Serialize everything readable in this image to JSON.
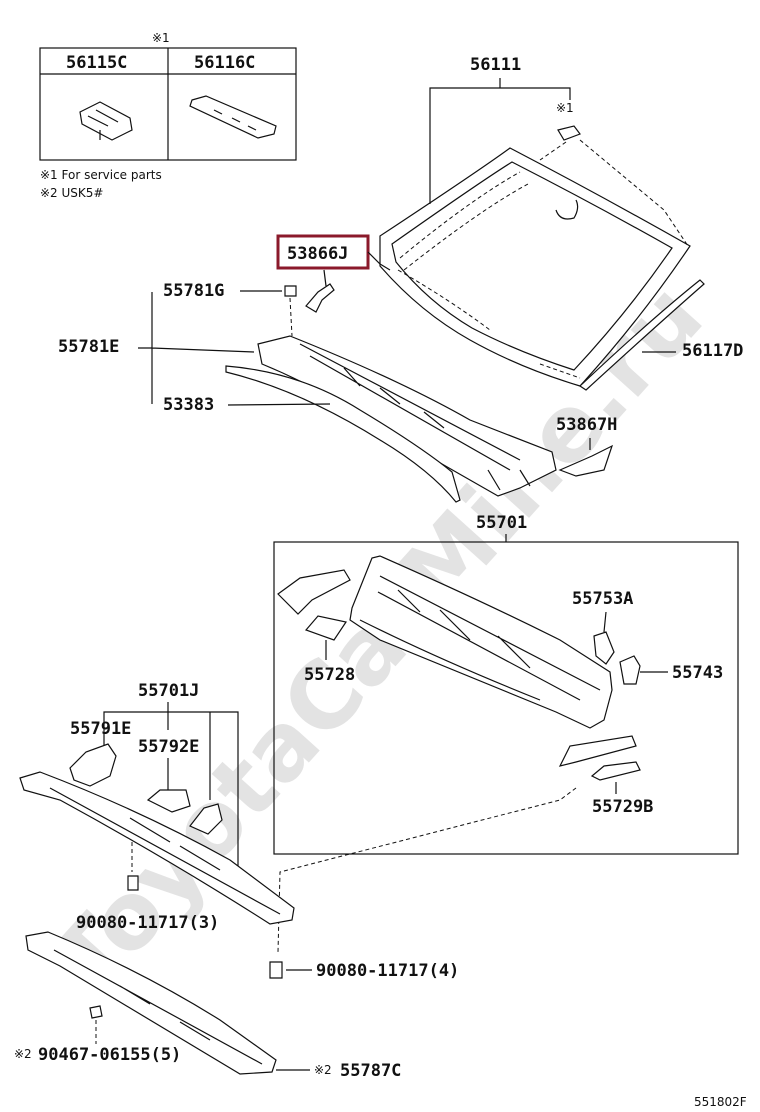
{
  "watermark": "ToyotaCarMine.ru",
  "inset": {
    "note_mark": "※1",
    "cols": [
      "56115C",
      "56116C"
    ],
    "footnotes": [
      "※1 For service parts",
      "※2 USK5#"
    ]
  },
  "labels": {
    "p56111": "56111",
    "p56111_note": "※1",
    "p53866J": "53866J",
    "p55781G": "55781G",
    "p55781E": "55781E",
    "p53383": "53383",
    "p56117D": "56117D",
    "p53867H": "53867H",
    "p55701": "55701",
    "p55753A": "55753A",
    "p55728": "55728",
    "p55743": "55743",
    "p55729B": "55729B",
    "p55701J": "55701J",
    "p55791E": "55791E",
    "p55792E": "55792E",
    "p90080_3": "90080-11717(3)",
    "p90080_4": "90080-11717(4)",
    "p90467_mark": "※2",
    "p90467": "90467-06155(5)",
    "p55787C_mark": "※2",
    "p55787C": "55787C",
    "diagram_id": "551802F"
  },
  "highlight": {
    "part": "53866J",
    "color": "#8b1a2b"
  }
}
